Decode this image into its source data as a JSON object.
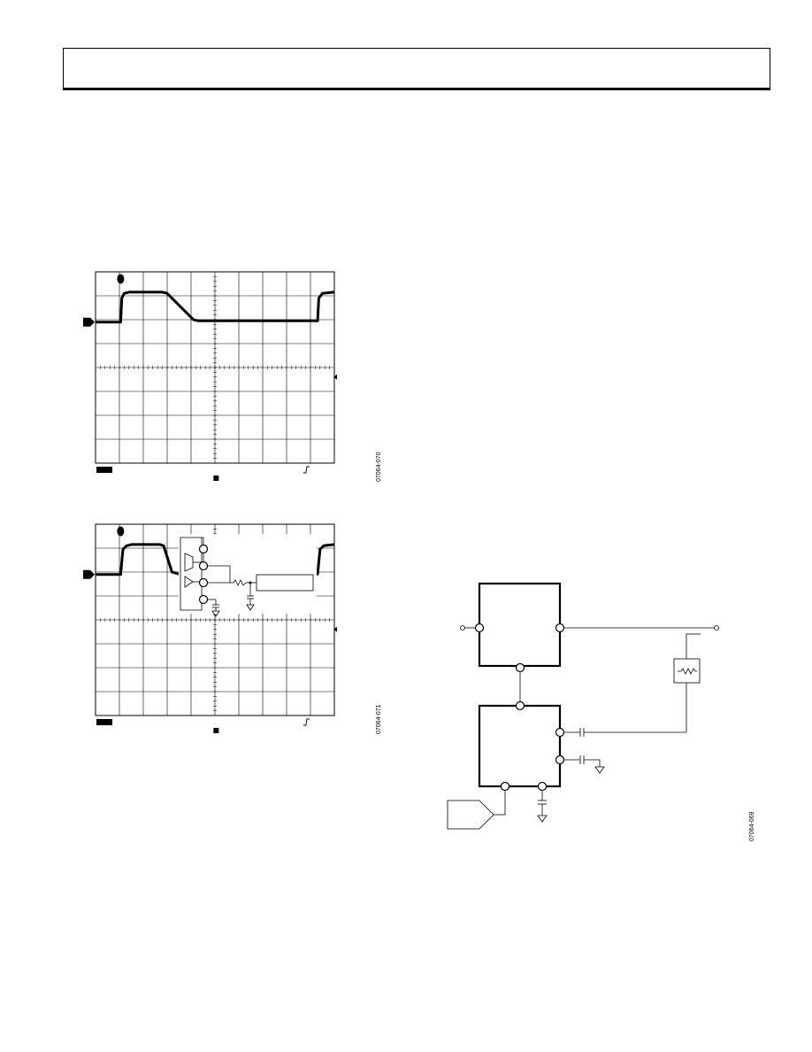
{
  "header": {
    "title": ""
  },
  "figures": [
    {
      "id": "scope-falling-edge-slow",
      "code": "07064-070"
    },
    {
      "id": "scope-falling-edge-fast",
      "code": "07064-071"
    },
    {
      "id": "block-diagram",
      "code": "07064-069"
    }
  ],
  "chart_data": [
    {
      "type": "line",
      "grid": true,
      "x_divisions": 10,
      "y_divisions": 8,
      "series": [
        {
          "points": [
            [
              0,
              5.9
            ],
            [
              1.05,
              5.9
            ],
            [
              1.1,
              6.9
            ],
            [
              1.2,
              7.1
            ],
            [
              1.4,
              7.15
            ],
            [
              2.8,
              7.15
            ],
            [
              3.0,
              7.1
            ],
            [
              4.1,
              6.0
            ],
            [
              4.3,
              5.95
            ],
            [
              9.3,
              5.95
            ],
            [
              9.35,
              6.9
            ],
            [
              9.5,
              7.1
            ],
            [
              10,
              7.15
            ]
          ]
        }
      ],
      "title": "",
      "xlabel": "",
      "ylabel": ""
    },
    {
      "type": "line",
      "grid": true,
      "x_divisions": 10,
      "y_divisions": 8,
      "series": [
        {
          "points": [
            [
              0,
              5.9
            ],
            [
              1.05,
              5.9
            ],
            [
              1.15,
              6.95
            ],
            [
              1.3,
              7.1
            ],
            [
              1.5,
              7.15
            ],
            [
              2.7,
              7.15
            ],
            [
              2.85,
              7.1
            ],
            [
              3.2,
              6.0
            ],
            [
              3.5,
              5.92
            ],
            [
              9.3,
              5.92
            ],
            [
              9.4,
              6.95
            ],
            [
              9.55,
              7.1
            ],
            [
              10,
              7.15
            ]
          ]
        }
      ],
      "title": "",
      "xlabel": "",
      "ylabel": ""
    }
  ]
}
